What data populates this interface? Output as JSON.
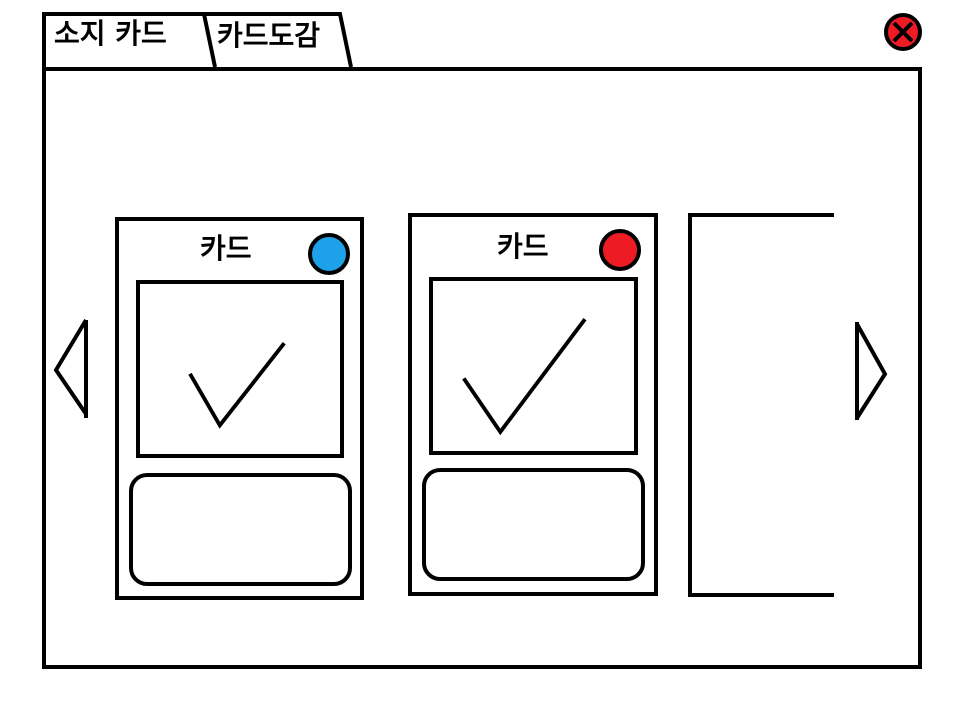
{
  "tabs": [
    {
      "label": "소지 카드",
      "active": true
    },
    {
      "label": "카드도감",
      "active": false
    }
  ],
  "cards": [
    {
      "title": "카드",
      "dot_color": "#1da1e8"
    },
    {
      "title": "카드",
      "dot_color": "#ed1c24"
    }
  ],
  "close_button": {
    "color": "#ed1c24",
    "icon": "close-icon"
  },
  "navigation": {
    "prev_icon": "triangle-left-icon",
    "next_icon": "triangle-right-icon"
  }
}
